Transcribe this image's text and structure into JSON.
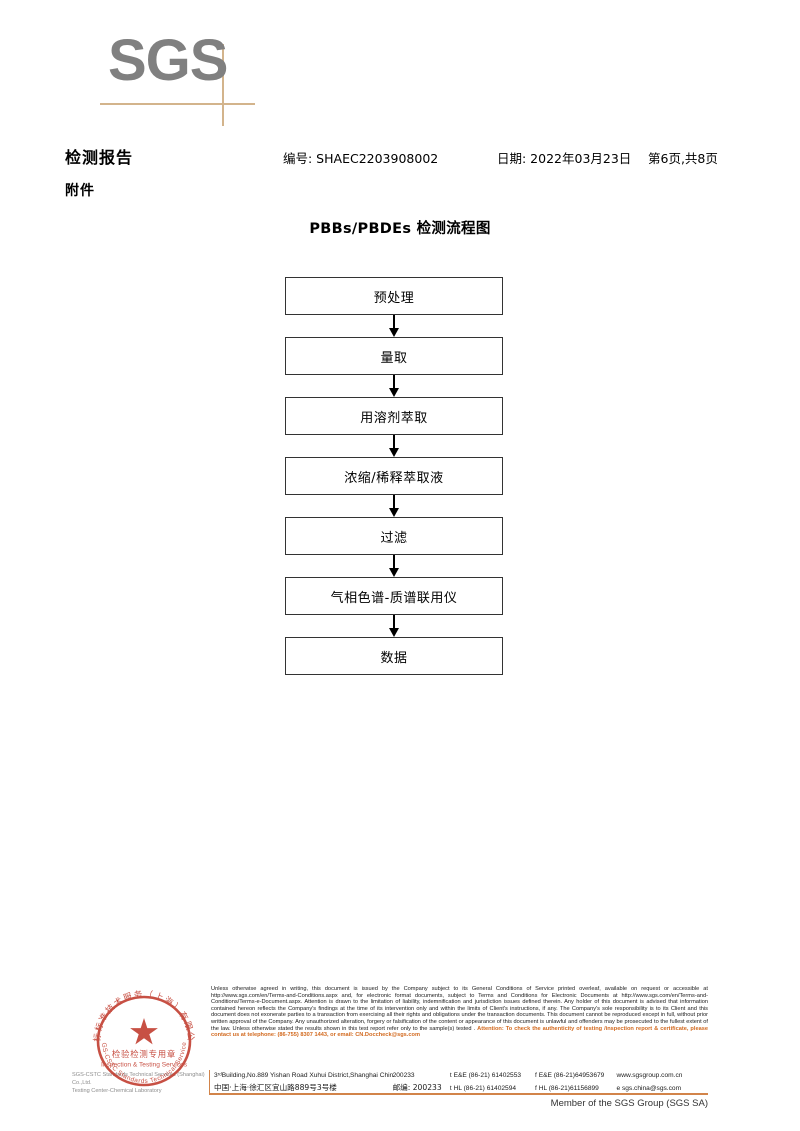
{
  "brand": {
    "logo_text": "SGS",
    "logo_color": "#808080",
    "accent_color": "#d3b48c"
  },
  "header": {
    "title": "检测报告",
    "attachment_label": "附件",
    "report_no": "编号: SHAEC2203908002",
    "date": "日期: 2022年03月23日",
    "page": "第6页,共8页"
  },
  "flowchart": {
    "title": "PBBs/PBDEs 检测流程图",
    "steps": [
      {
        "label": "预处理"
      },
      {
        "label": "量取"
      },
      {
        "label": "用溶剂萃取"
      },
      {
        "label": "浓缩/稀释萃取液"
      },
      {
        "label": "过滤"
      },
      {
        "label": "气相色谱-质谱联用仪"
      },
      {
        "label": "数据"
      }
    ]
  },
  "stamp": {
    "arc_top_text": "通标标准技术服务（上海）有限公司",
    "line_cn": "检验检测专用章",
    "line_en": "Inspection & Testing Services",
    "color": "#c0392b",
    "company_line1": "SGS-CSTC Standards Technical Services (Shanghai) Co.,Ltd.",
    "company_line2": "Testing Center-Chemical Laboratory"
  },
  "footer": {
    "legal_paragraph": "Unless otherwise agreed in writing, this document is issued by the Company subject to its General Conditions of Service printed overleaf, available on request or accessible at http://www.sgs.com/en/Terms-and-Conditions.aspx and, for electronic format documents, subject to Terms and Conditions for Electronic Documents at http://www.sgs.com/en/Terms-and-Conditions/Terms-e-Document.aspx. Attention is drawn to the limitation of liability, indemnification and jurisdiction issues defined therein. Any holder of this document is advised that information contained hereon reflects the Company's findings at the time of its intervention only and within the limits of Client's instructions, if any. The Company's sole responsibility is to its Client and this document does not exonerate parties to a transaction from exercising all their rights and obligations under the transaction documents. This document cannot be reproduced except in full, without prior written approval of the Company. Any unauthorized alteration, forgery or falsification of the content or appearance of this document is unlawful and offenders may be prosecuted to the fullest extent of the law. Unless otherwise stated the results shown in this test report refer only to the sample(s) tested .",
    "attention_line1": "Attention: To check the authenticity of testing /inspection report & certificate, please contact us at telephone: (86-755) 8307 1443,",
    "attention_line2": "or email: CN.Doccheck@sgs.com",
    "address_rows": [
      {
        "address": "3ʳᵈBuilding,No.889 Yishan Road Xuhui District,Shanghai China",
        "zip": "200233",
        "tel": "t E&E (86-21) 61402553",
        "fax": "f E&E (86-21)64953679",
        "web": "www.sgsgroup.com.cn"
      },
      {
        "address": "中国·上海·徐汇区宜山路889号3号楼",
        "zip": "邮编: 200233",
        "tel": "t HL (86-21) 61402594",
        "fax": "f HL (86-21)61156899",
        "web": "e sgs.china@sgs.com"
      }
    ],
    "member_text": "Member of the SGS Group (SGS SA)",
    "rule_color": "#d2844a",
    "attention_color": "#d2691e"
  }
}
